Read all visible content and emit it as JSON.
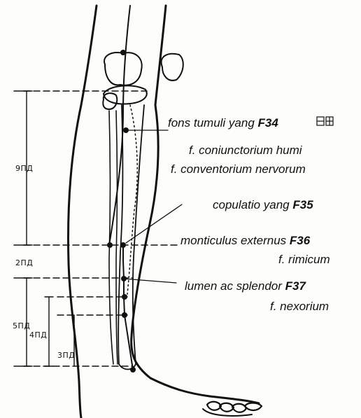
{
  "points": [
    {
      "name": "fons tumuli yang",
      "code": "F34",
      "alt_names": [
        "f. coniunctorium humi",
        "f. conventorium nervorum"
      ]
    },
    {
      "name": "copulatio yang",
      "code": "F35",
      "alt_names": []
    },
    {
      "name": "monticulus externus",
      "code": "F36",
      "alt_names": [
        "f. rimicum"
      ]
    },
    {
      "name": "lumen ac splendor",
      "code": "F37",
      "alt_names": [
        "f. nexorium"
      ]
    }
  ],
  "measurements": [
    {
      "value": "9",
      "unit": "ПД"
    },
    {
      "value": "2",
      "unit": "ПД"
    },
    {
      "value": "5",
      "unit": "ПД"
    },
    {
      "value": "4",
      "unit": "ПД"
    },
    {
      "value": "3",
      "unit": "ПД"
    }
  ],
  "colors": {
    "ink": "#111111",
    "paper": "#fdfdfb"
  }
}
